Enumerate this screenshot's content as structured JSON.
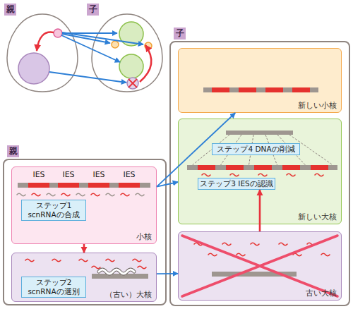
{
  "diagram": {
    "nodes": [
      {
        "text": [
          "親"
        ]
      },
      {
        "text": [
          "IES",
          "IES",
          "IES",
          "IES",
          "小核"
        ],
        "in": 0
      },
      {
        "text": [
          "ステップ1 scnRNAの合成"
        ],
        "in": 1
      },
      {
        "text": [
          "（古い）大核"
        ],
        "in": 0
      },
      {
        "text": [
          "ステップ2 scnRNAの選別"
        ],
        "in": 3
      },
      {
        "text": [
          "子"
        ]
      },
      {
        "text": [
          "新しい小核"
        ],
        "in": 5
      },
      {
        "text": [
          "新しい大核"
        ],
        "in": 5
      },
      {
        "text": [
          "ステップ4 DNAの削減"
        ],
        "in": 7
      },
      {
        "text": [
          "ステップ3 IESの認識"
        ],
        "in": 7
      },
      {
        "text": [
          "古い大核"
        ],
        "in": 5
      }
    ],
    "edges": [
      {
        "from": 1,
        "to": 3,
        "arrow": "to"
      },
      {
        "from": 1,
        "to": 6,
        "arrow": "to"
      },
      {
        "from": 1,
        "to": 7,
        "arrow": "to"
      },
      {
        "from": 3,
        "to": 10,
        "arrow": "to"
      },
      {
        "from": 10,
        "to": 9,
        "arrow": "to"
      }
    ],
    "labels": [
      "親",
      "子"
    ]
  }
}
